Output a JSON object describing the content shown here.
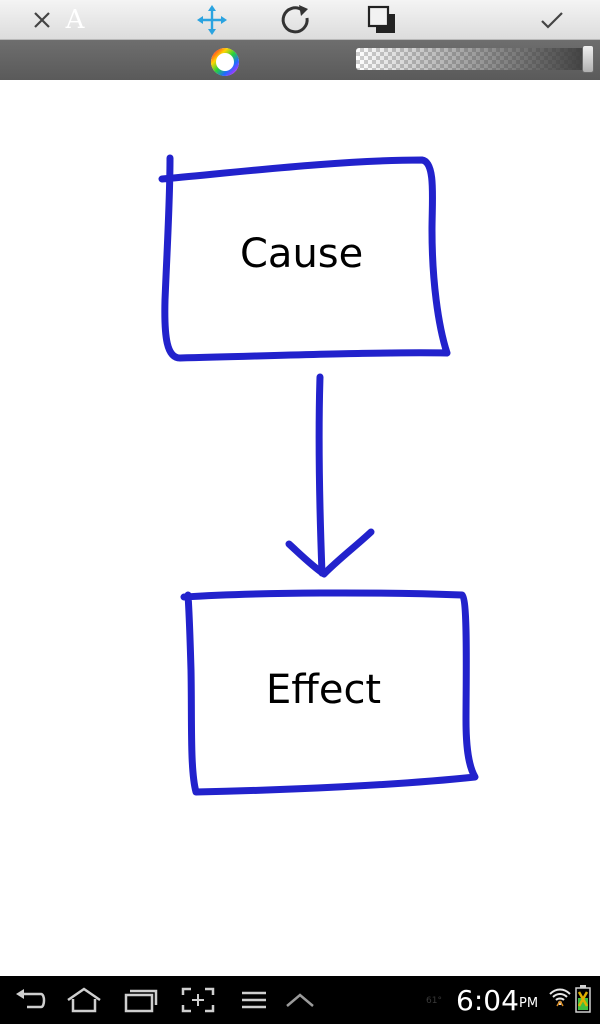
{
  "toolbar": {
    "icons": [
      "close-icon",
      "move-icon",
      "rotate-icon",
      "layer-order-icon",
      "done-check-icon"
    ],
    "active_color": "#2aa3e0"
  },
  "subbar": {
    "font_label": "A",
    "color_picker_icon": "color-wheel-icon",
    "opacity": 1.0
  },
  "canvas": {
    "stroke_color": "#2222cc",
    "shapes": [
      {
        "type": "box",
        "label": "Cause"
      },
      {
        "type": "arrow"
      },
      {
        "type": "box",
        "label": "Effect"
      }
    ]
  },
  "navbar": {
    "icons": [
      "back-icon",
      "home-icon",
      "recent-apps-icon",
      "screenshot-icon",
      "menu-icon",
      "up-chevron-icon"
    ],
    "temperature": "61°",
    "time": "6:04",
    "ampm": "PM",
    "status_icons": [
      "wifi-icon",
      "battery-icon"
    ]
  }
}
